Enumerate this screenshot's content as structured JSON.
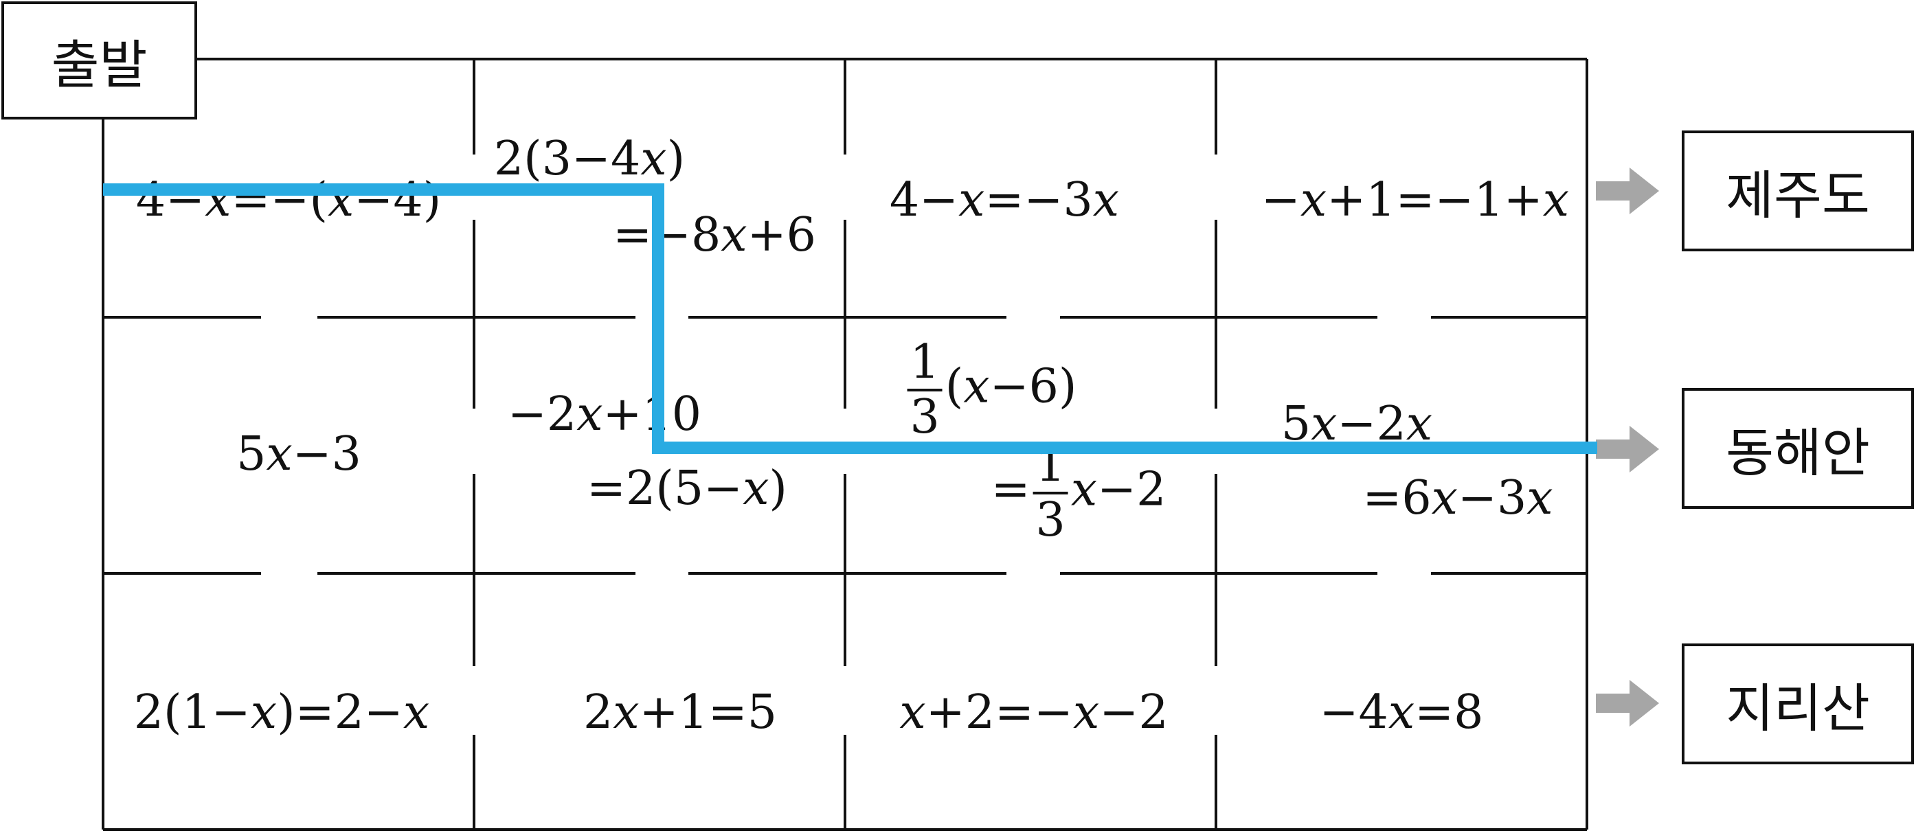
{
  "start_label": "출발",
  "destinations": [
    {
      "label": "제주도"
    },
    {
      "label": "동해안"
    },
    {
      "label": "지리산"
    }
  ],
  "cells": [
    {
      "id": "r1c1",
      "lines": [
        "4−x=−(x−4)"
      ]
    },
    {
      "id": "r1c2",
      "lines": [
        "2(3−4x)",
        "=−8x+6"
      ]
    },
    {
      "id": "r1c3",
      "lines": [
        "4−x=−3x"
      ]
    },
    {
      "id": "r1c4",
      "lines": [
        "−x+1=−1+x"
      ]
    },
    {
      "id": "r2c1",
      "lines": [
        "5x−3"
      ]
    },
    {
      "id": "r2c2",
      "lines": [
        "−2x+10",
        "=2(5−x)"
      ]
    },
    {
      "id": "r2c3",
      "lines": [
        "1/3(x−6)",
        "=1/3x−2"
      ]
    },
    {
      "id": "r2c4",
      "lines": [
        "5x−2x",
        "=6x−3x"
      ]
    },
    {
      "id": "r3c1",
      "lines": [
        "2(1−x)=2−x"
      ]
    },
    {
      "id": "r3c2",
      "lines": [
        "2x+1=5"
      ]
    },
    {
      "id": "r3c3",
      "lines": [
        "x+2=−x−2"
      ]
    },
    {
      "id": "r3c4",
      "lines": [
        "−4x=8"
      ]
    }
  ],
  "colors": {
    "path": "#29abe2",
    "arrow": "#a6a6a6",
    "line": "#111111"
  }
}
